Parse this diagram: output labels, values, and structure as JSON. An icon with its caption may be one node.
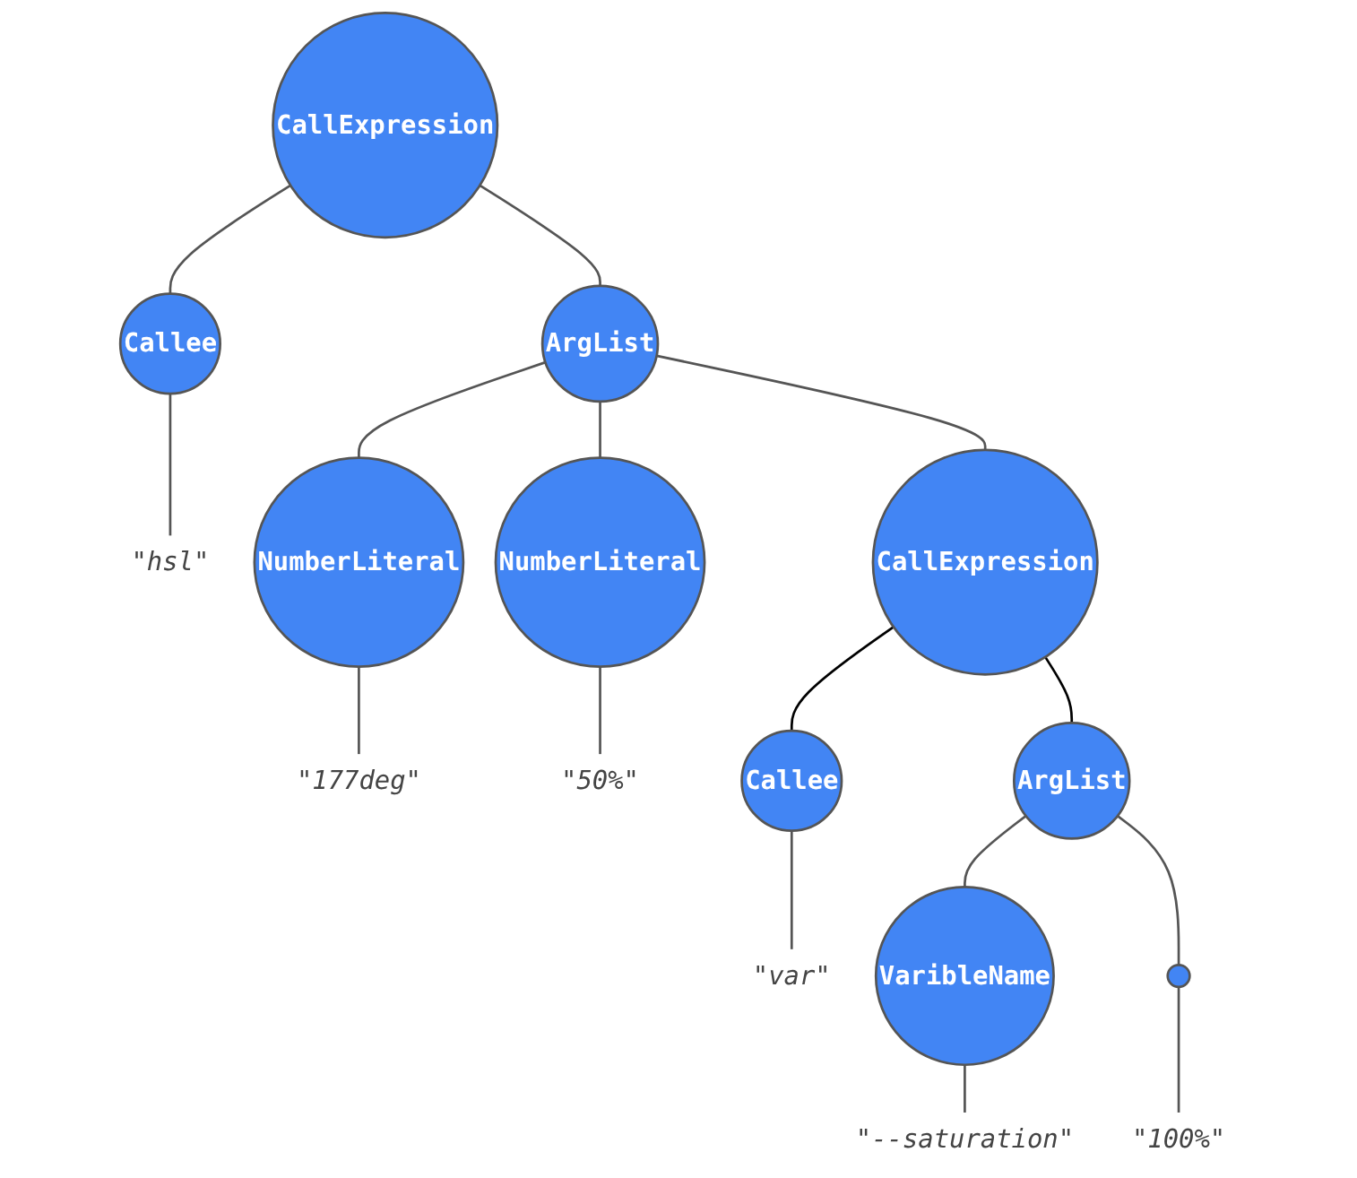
{
  "diagram": {
    "nodes": [
      {
        "text": [
          "CallExpression"
        ]
      },
      {
        "text": [
          "Callee"
        ]
      },
      {
        "text": [
          "ArgList"
        ]
      },
      {
        "text": [
          "\"hsl\""
        ]
      },
      {
        "text": [
          "NumberLiteral"
        ]
      },
      {
        "text": [
          "CallExpression"
        ]
      },
      {
        "text": [
          "NumberLiteral"
        ]
      },
      {
        "text": [
          "\"177deg\""
        ]
      },
      {
        "text": [
          "\"50%\""
        ]
      },
      {
        "text": [
          "Callee"
        ]
      },
      {
        "text": [
          "ArgList"
        ]
      },
      {
        "text": [
          "\"var\""
        ]
      },
      {
        "text": [
          "VaribleName"
        ]
      },
      {
        "text": [],
        "shape": "circle"
      },
      {
        "text": [
          "\"--saturation\""
        ]
      },
      {
        "text": [
          "\"100%\""
        ]
      }
    ],
    "edges": [
      {
        "from": 0,
        "to": 1,
        "arrow": "none"
      },
      {
        "from": 0,
        "to": 2,
        "arrow": "none"
      },
      {
        "from": 1,
        "to": 3,
        "arrow": "none"
      },
      {
        "from": 2,
        "to": 4,
        "arrow": "none"
      },
      {
        "from": 2,
        "to": 5,
        "arrow": "none"
      },
      {
        "from": 2,
        "to": 6,
        "arrow": "none"
      },
      {
        "from": 4,
        "to": 7,
        "arrow": "none"
      },
      {
        "from": 6,
        "to": 8,
        "arrow": "none"
      },
      {
        "from": 5,
        "to": 9,
        "arrow": "none",
        "color": "#000000"
      },
      {
        "from": 5,
        "to": 10,
        "arrow": "none",
        "color": "#000000"
      },
      {
        "from": 9,
        "to": 11,
        "arrow": "none"
      },
      {
        "from": 10,
        "to": 12,
        "arrow": "none"
      },
      {
        "from": 10,
        "to": 13,
        "arrow": "none"
      },
      {
        "from": 12,
        "to": 14,
        "arrow": "none"
      },
      {
        "from": 13,
        "to": 15,
        "arrow": "none"
      }
    ]
  }
}
